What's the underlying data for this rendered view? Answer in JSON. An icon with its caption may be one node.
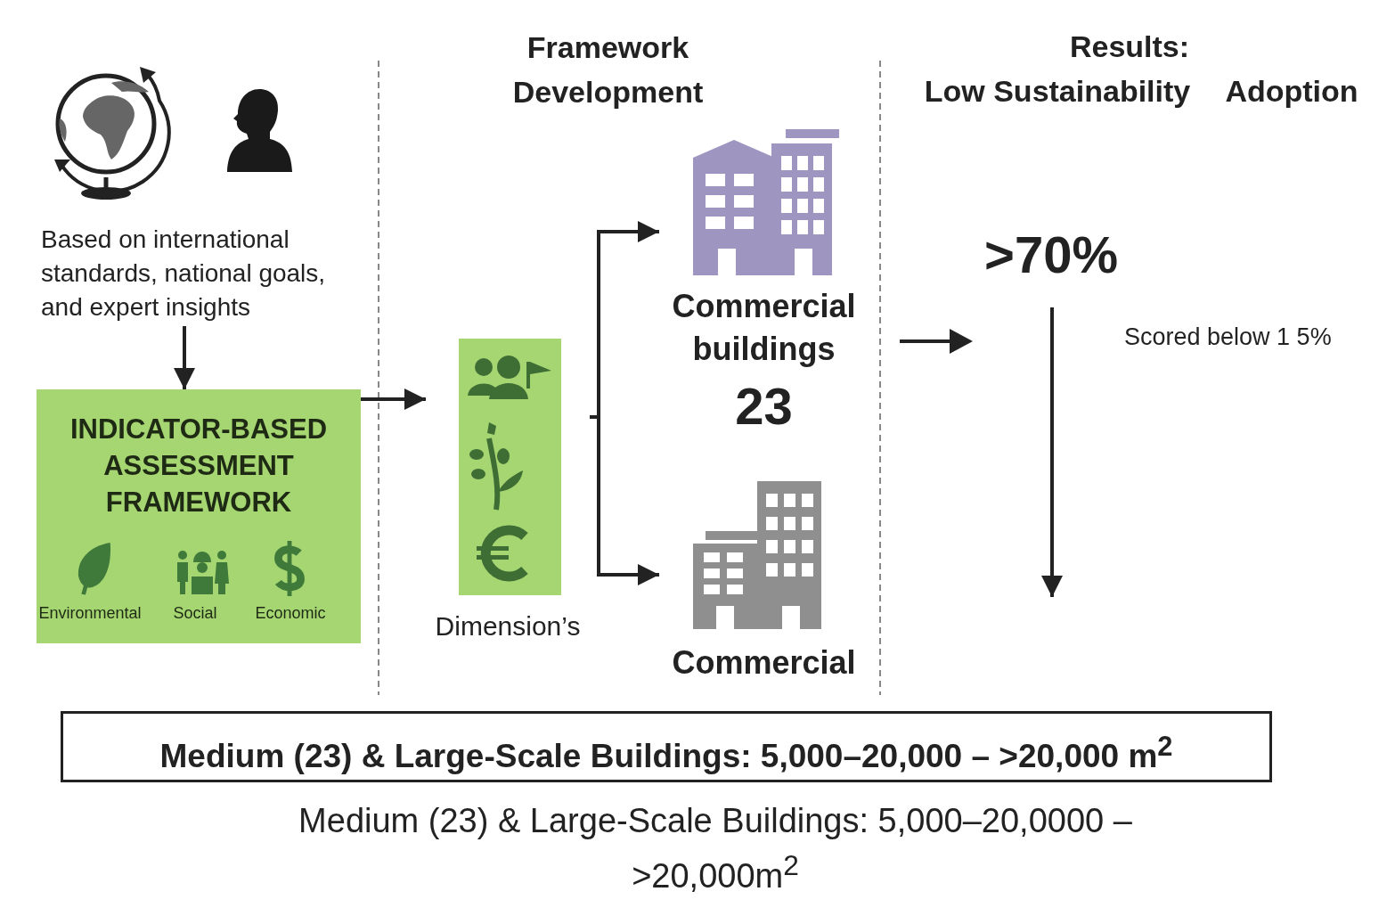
{
  "diagram": {
    "nodes": [
      {
        "text": [
          "Based on international standards, national goals, and expert insights"
        ]
      },
      {
        "text": [
          "INDICATOR-BASED ASSESSMENT FRAMEWORK",
          "Environmental",
          "Social",
          "Economic"
        ]
      },
      {
        "text": [
          "Dimension’s"
        ]
      },
      {
        "text": [
          "Commercial buildings",
          "23"
        ]
      },
      {
        "text": [
          "Commercial"
        ]
      },
      {
        "text": [
          ">70%"
        ]
      },
      {
        "text": [
          "Medium (23) & Large-Scale Buildings: 5,000–20,000 – >20,000 m$^{2}$"
        ]
      }
    ],
    "edges": [
      {
        "from": 0,
        "to": 1,
        "arrow": "to"
      },
      {
        "from": 1,
        "to": 2,
        "arrow": "to"
      },
      {
        "from": 2,
        "to": 3,
        "arrow": "to"
      },
      {
        "from": 2,
        "to": 4,
        "arrow": "to"
      },
      {
        "from": 5,
        "to": null,
        "arrow": "to"
      }
    ],
    "labels": [
      "Framework Development",
      "Results:",
      "Low Sustainability",
      "Adoption",
      "Scored below 1 5%",
      "Medium (23) & Large-Scale Buildings: 5,000–20,0000 – >20,000m$^{2}$"
    ]
  }
}
